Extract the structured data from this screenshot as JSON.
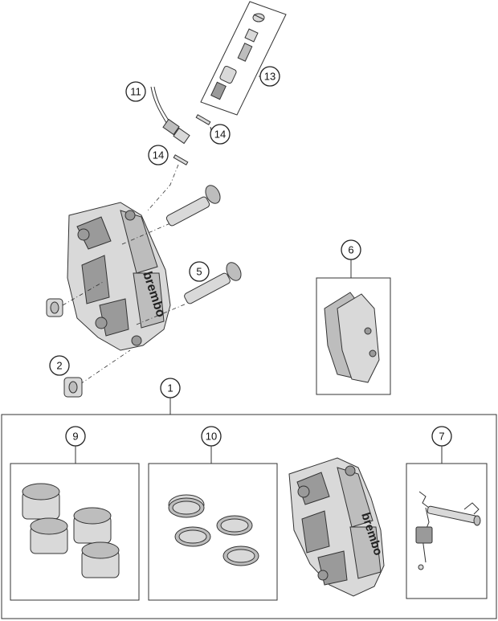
{
  "callouts": {
    "c1": "1",
    "c2": "2",
    "c5": "5",
    "c6": "6",
    "c7": "7",
    "c9": "9",
    "c10": "10",
    "c11": "11",
    "c13": "13",
    "c14a": "14",
    "c14b": "14"
  },
  "logos": {
    "caliper_main": "brembo",
    "caliper_kit": "brembo"
  },
  "icons": {
    "caliper": "brake-caliper-icon",
    "pads": "brake-pads-icon",
    "pistons": "piston-icon",
    "seals": "seal-ring-icon",
    "pins": "retaining-pin-icon",
    "bleeder": "bleeder-valve-icon"
  }
}
